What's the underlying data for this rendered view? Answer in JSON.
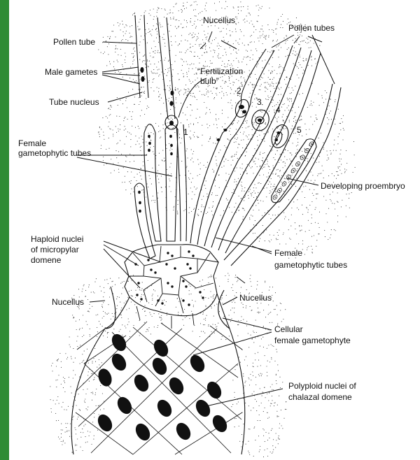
{
  "colors": {
    "background": "#2e8b34",
    "panel": "#ffffff",
    "ink": "#111111"
  },
  "labels": {
    "nucellus_top": "Nucellus",
    "pollen_tubes": "Pollen tubes",
    "pollen_tube": "Pollen tube",
    "male_gametes": "Male gametes",
    "fertilization_bulb_line1": "“Fertilization",
    "fertilization_bulb_line2": "bulb”",
    "tube_nucleus": "Tube nucleus",
    "female_gametophytic_tubes_left_line1": "Female",
    "female_gametophytic_tubes_left_line2": "gametophytic tubes",
    "developing_proembryo": "Developing proembryo",
    "haploid_nuclei_line1": "Haploid nuclei",
    "haploid_nuclei_line2": "of micropylar",
    "haploid_nuclei_line3": "domene",
    "female_gametophytic_tubes_right_line1": "Female",
    "female_gametophytic_tubes_right_line2": "gametophytic tubes",
    "nucellus_left": "Nucellus",
    "nucellus_right": "Nucellus",
    "cellular_gametophyte_line1": "Cellular",
    "cellular_gametophyte_line2": "female gametophyte",
    "polyploid_nuclei_line1": "Polyploid nuclei of",
    "polyploid_nuclei_line2": "chalazal domene",
    "tube_numbers": [
      "1",
      "2",
      "3",
      "4",
      "5"
    ]
  }
}
